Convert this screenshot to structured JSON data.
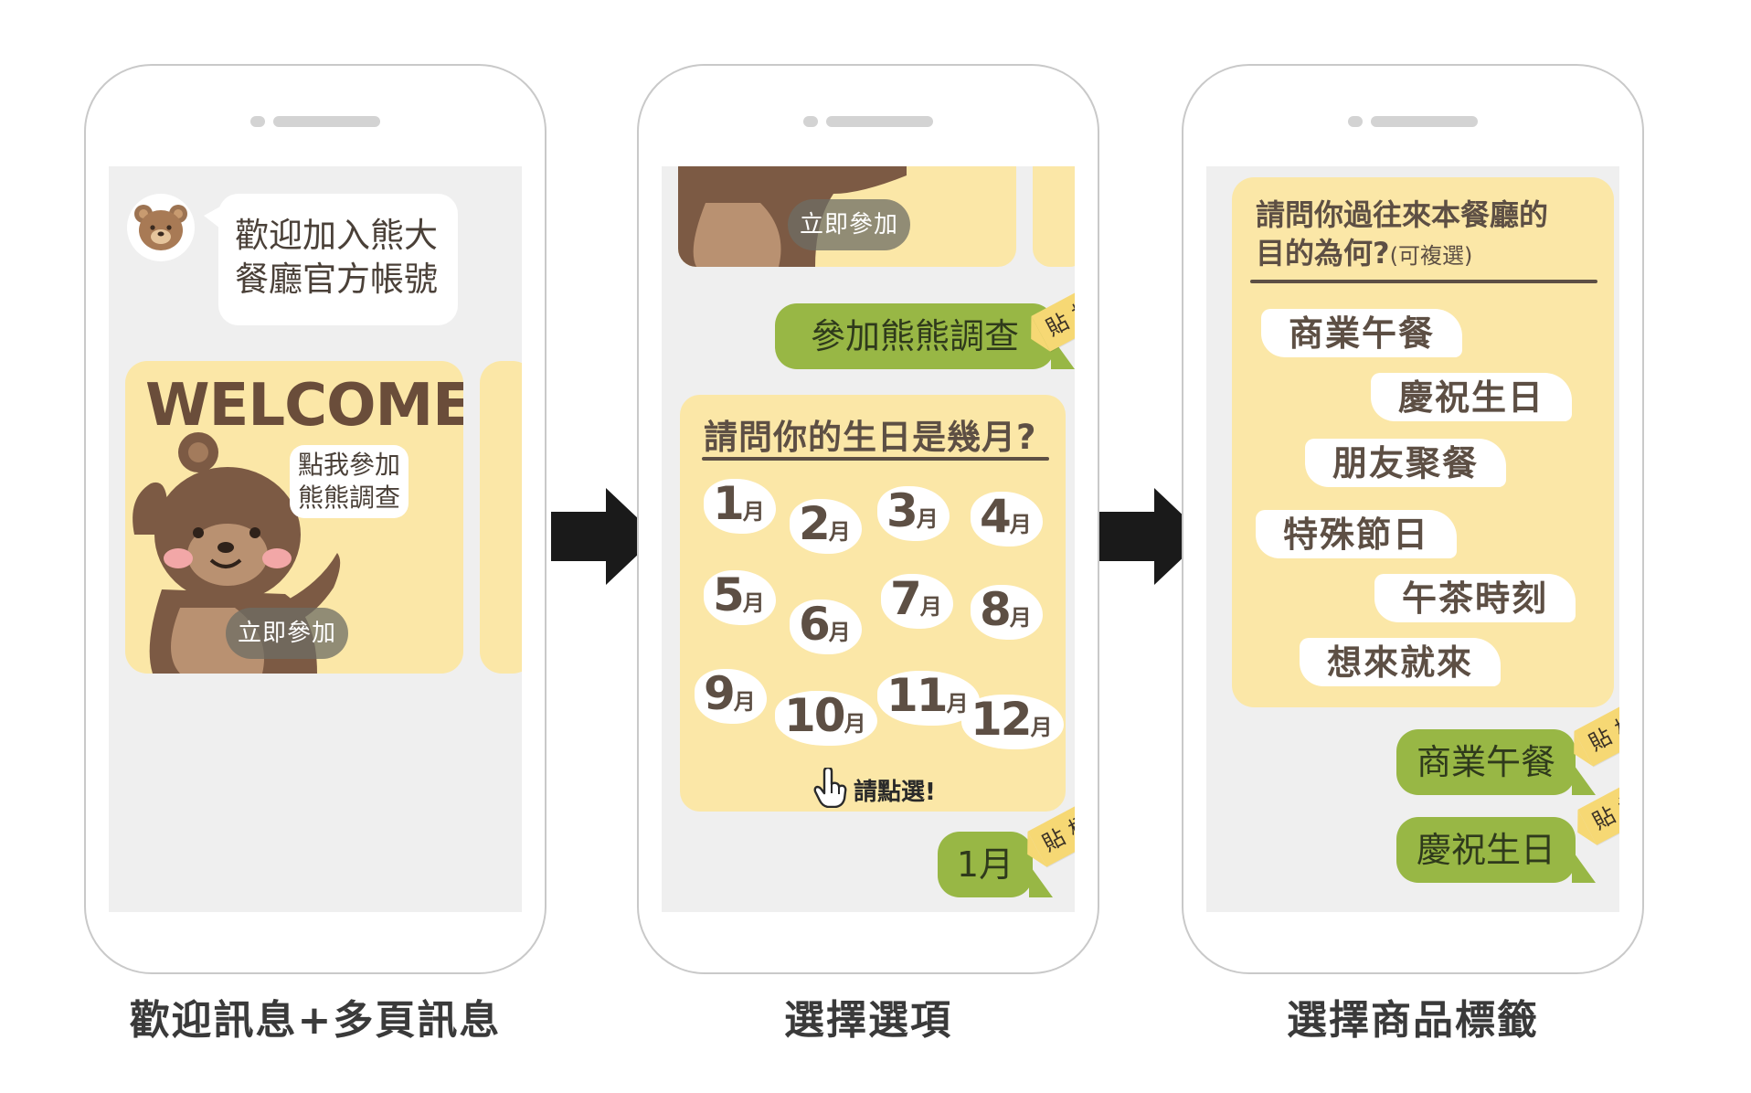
{
  "panels": [
    {
      "caption": "歡迎訊息+多頁訊息",
      "welcome_line1": "歡迎加入熊大",
      "welcome_line2": "餐廳官方帳號",
      "card_title": "WELCOME",
      "speech_line1": "點我參加",
      "speech_line2": "熊熊調查",
      "join_button": "立即參加"
    },
    {
      "caption": "選擇選項",
      "join_button": "立即參加",
      "user_reply": "參加熊熊調查",
      "sticker_text": "貼標",
      "question": "請問你的生日是幾月?",
      "month_unit": "月",
      "months": [
        "1",
        "2",
        "3",
        "4",
        "5",
        "6",
        "7",
        "8",
        "9",
        "10",
        "11",
        "12"
      ],
      "tap_hint": "請點選!",
      "answer": "1月",
      "answer_sticker": "貼標"
    },
    {
      "caption": "選擇商品標籤",
      "question_line1": "請問你過往來本餐廳的",
      "question_line2": "目的為何?",
      "question_note": "(可複選)",
      "options": [
        "商業午餐",
        "慶祝生日",
        "朋友聚餐",
        "特殊節日",
        "午茶時刻",
        "想來就來"
      ],
      "answers": [
        {
          "text": "商業午餐",
          "sticker": "貼標"
        },
        {
          "text": "慶祝生日",
          "sticker": "貼標"
        }
      ]
    }
  ],
  "colors": {
    "screen_bg": "#efefef",
    "card_bg": "#fbe7a7",
    "reply_green": "#98b745",
    "sticker_yellow": "#f6d874",
    "bear_brown": "#7c5a44",
    "arrow": "#1a1a1a"
  },
  "icons": [
    "bear-avatar-icon",
    "bear-illustration",
    "hand-pointer-icon",
    "right-arrow-icon"
  ]
}
